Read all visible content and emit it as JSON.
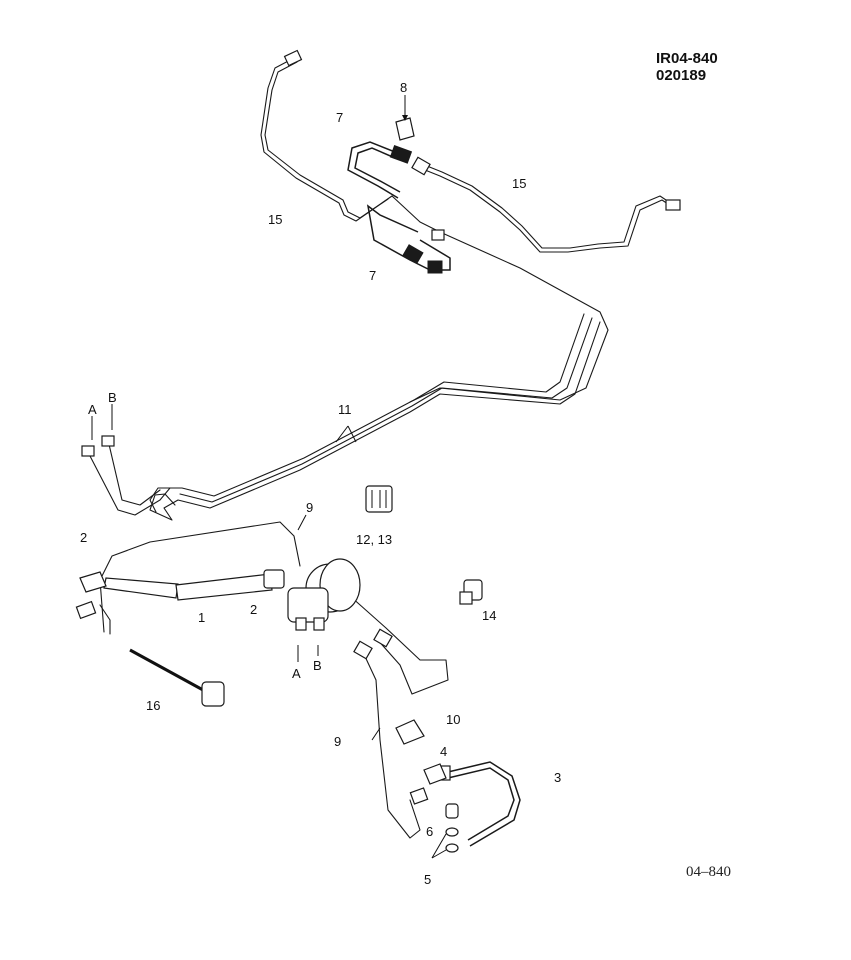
{
  "header": {
    "ref_line1": "IR04-840",
    "ref_line2": "020189"
  },
  "footer": {
    "code": "04–840"
  },
  "callouts": {
    "p1": "1",
    "p2a": "2",
    "p2b": "2",
    "p3": "3",
    "p4": "4",
    "p5": "5",
    "p6": "6",
    "p7a": "7",
    "p7b": "7",
    "p8": "8",
    "p9a": "9",
    "p9b": "9",
    "p10": "10",
    "p11": "11",
    "p12_13": "12, 13",
    "p14": "14",
    "p15a": "15",
    "p15b": "15",
    "p16": "16",
    "a_top": "A",
    "b_top": "B",
    "a_bottom": "A",
    "b_bottom": "B"
  }
}
